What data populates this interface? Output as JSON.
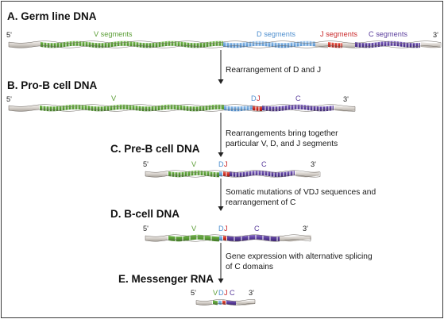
{
  "sections": [
    {
      "title": "A. Germ line DNA"
    },
    {
      "title": "B. Pro-B cell DNA"
    },
    {
      "title": "C. Pre-B cell DNA"
    },
    {
      "title": "D. B-cell DNA"
    },
    {
      "title": "E. Messenger RNA"
    }
  ],
  "steps": [
    {
      "lines": [
        "Rearrangement of D and J"
      ]
    },
    {
      "lines": [
        "Rearrangements bring together",
        "particular V, D, and J segments"
      ]
    },
    {
      "lines": [
        "Somatic mutations of VDJ sequences and",
        "rearrangement of C"
      ]
    },
    {
      "lines": [
        "Gene expression with alternative splicing",
        "of C domains"
      ]
    }
  ],
  "labels": {
    "five_prime": "5'",
    "three_prime": "3'",
    "v_segments": "V segments",
    "d_segments": "D segments",
    "j_segments": "J segments",
    "c_segments": "C segments",
    "v": "V",
    "d": "D",
    "j": "J",
    "c": "C",
    "dj": "DJ"
  },
  "colors": {
    "v": "#5b9e36",
    "d": "#4f8fcf",
    "j": "#c9282a",
    "c": "#5a3d9c",
    "backbone": "#d9d5d0"
  }
}
